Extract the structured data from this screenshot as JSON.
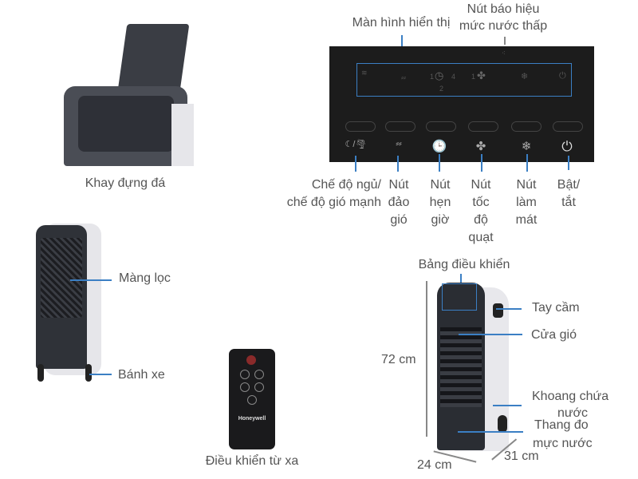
{
  "ice_tray": {
    "label": "Khay đựng đá"
  },
  "control_panel": {
    "display_label": "Màn hình hiển thị",
    "low_water_label_line1": "Nút báo hiệu",
    "low_water_label_line2": "mức nước thấp",
    "display_icons": {
      "timer_numbers": [
        "1",
        "4",
        "2"
      ],
      "fan_number": "1"
    },
    "buttons": [
      {
        "label_lines": [
          "Chế độ ngủ/",
          "chế độ gió mạnh"
        ],
        "icon": "sleep-storm-icon",
        "glyph": "☾/🌪"
      },
      {
        "label_lines": [
          "Nút",
          "đảo",
          "gió"
        ],
        "icon": "swing-icon",
        "glyph": "⸗⸗"
      },
      {
        "label_lines": [
          "Nút",
          "hẹn",
          "giờ"
        ],
        "icon": "clock-icon",
        "glyph": "🕒"
      },
      {
        "label_lines": [
          "Nút",
          "tốc",
          "độ",
          "quạt"
        ],
        "icon": "fan-icon",
        "glyph": "✤"
      },
      {
        "label_lines": [
          "Nút",
          "làm",
          "mát"
        ],
        "icon": "cooling-icon",
        "glyph": "❄"
      },
      {
        "label_lines": [
          "Bật/",
          "tắt"
        ],
        "icon": "power-icon",
        "glyph": "⏻"
      }
    ]
  },
  "side_view": {
    "filter_label": "Màng lọc",
    "wheel_label": "Bánh xe"
  },
  "remote": {
    "label": "Điều khiển từ xa",
    "brand": "Honeywell"
  },
  "front_view": {
    "control_panel_label": "Bảng điều khiển",
    "handle_label": "Tay cầm",
    "air_outlet_label": "Cửa gió",
    "tank_label_line1": "Khoang chứa",
    "tank_label_line2": "nước",
    "gauge_label_line1": "Thang đo",
    "gauge_label_line2": "mực nước",
    "height": "72 cm",
    "width": "24 cm",
    "depth": "31 cm"
  },
  "colors": {
    "leader_line": "#3b7fc4",
    "device_dark": "#2a2d33",
    "device_light": "#e8e8ec"
  }
}
